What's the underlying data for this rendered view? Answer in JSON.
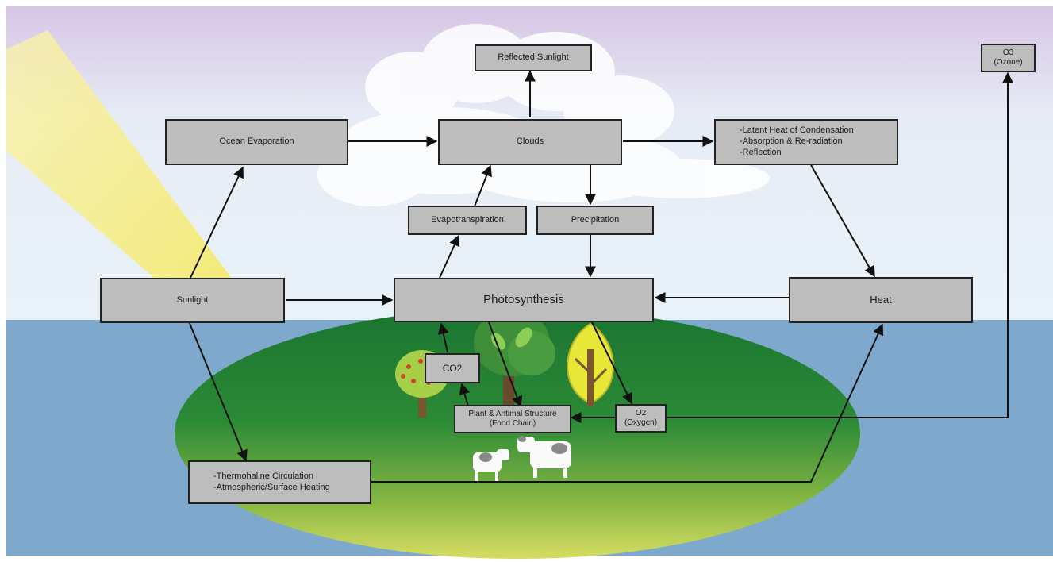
{
  "colors": {
    "sky_top": "#d9c9e8",
    "sky_bottom": "#e9f1f7",
    "sea": "#7ea9cd",
    "land_dark": "#1c7a32",
    "land_light": "#c9d95a",
    "sun_beam": "#f6ee7a",
    "box_fill": "#bdbdbd",
    "arrow": "#111111"
  },
  "icons": [
    "sun-beam",
    "cloud",
    "apple-tree",
    "leafy-tree",
    "yellow-tree",
    "cow"
  ],
  "nodes": {
    "reflected_sunlight": "Reflected Sunlight",
    "ozone": {
      "line1": "O3",
      "line2": "(Ozone)"
    },
    "ocean_evaporation": "Ocean Evaporation",
    "clouds": "Clouds",
    "latent_heat": {
      "line1": "-Latent Heat of Condensation",
      "line2": "-Absorption & Re-radiation",
      "line3": "-Reflection"
    },
    "evapotranspiration": "Evapotranspiration",
    "precipitation": "Precipitation",
    "sunlight": "Sunlight",
    "photosynthesis": "Photosynthesis",
    "heat": "Heat",
    "co2": "CO2",
    "plant_animal": {
      "line1": "Plant & Antimal Structure",
      "line2": "(Food Chain)"
    },
    "oxygen": {
      "line1": "O2",
      "line2": "(Oxygen)"
    },
    "thermohaline": {
      "line1": "-Thermohaline Circulation",
      "line2": "-Atmospheric/Surface Heating"
    }
  }
}
